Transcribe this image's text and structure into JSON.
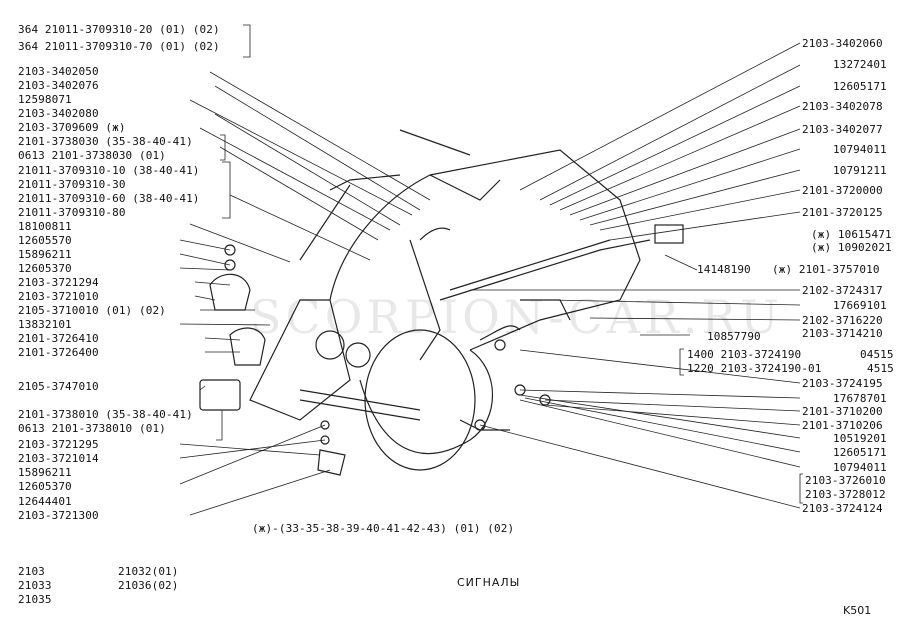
{
  "diagram": {
    "title": "СИГНАЛЫ",
    "page_code": "K501",
    "watermark": "SCORPION-CAR.RU",
    "note": "(ж)-(33-35-38-39-40-41-42-43) (01) (02)",
    "models_left": [
      "2103",
      "21033",
      "21035"
    ],
    "models_right": [
      "21032(01)",
      "21036(02)"
    ],
    "left_labels": [
      "364 21011-3709310-20 (01) (02)",
      "364 21011-3709310-70 (01) (02)",
      "2103-3402050",
      "2103-3402076",
      "12598071",
      "2103-3402080",
      "2103-3709609 (ж)",
      "2101-3738030 (35-38-40-41)",
      "0613 2101-3738030 (01)",
      "21011-3709310-10 (38-40-41)",
      "21011-3709310-30",
      "21011-3709310-60 (38-40-41)",
      "21011-3709310-80",
      "18100811",
      "12605570",
      "15896211",
      "12605370",
      "2103-3721294",
      "2103-3721010",
      "2105-3710010 (01) (02)",
      "13832101",
      "2101-3726410",
      "2101-3726400",
      "2105-3747010",
      "2101-3738010 (35-38-40-41)",
      "0613 2101-3738010 (01)",
      "2103-3721295",
      "2103-3721014",
      "15896211",
      "12605370",
      "12644401",
      "2103-3721300"
    ],
    "right_labels": [
      "2103-3402060",
      "13272401",
      "12605171",
      "2103-3402078",
      "2103-3402077",
      "10794011",
      "10791211",
      "2101-3720000",
      "2101-3720125",
      "(ж) 10615471",
      "(ж) 10902021",
      "14148190",
      "(ж) 2101-3757010",
      "2102-3724317",
      "17669101",
      "2102-3716220",
      "2103-3714210",
      "10857790",
      "1400 2103-3724190",
      "04515",
      "1220 2103-3724190-01",
      "4515",
      "2103-3724195",
      "17678701",
      "2101-3710200",
      "2101-3710206",
      "10519201",
      "12605171",
      "10794011",
      "2103-3726010",
      "2103-3728012",
      "2103-3724124"
    ]
  }
}
